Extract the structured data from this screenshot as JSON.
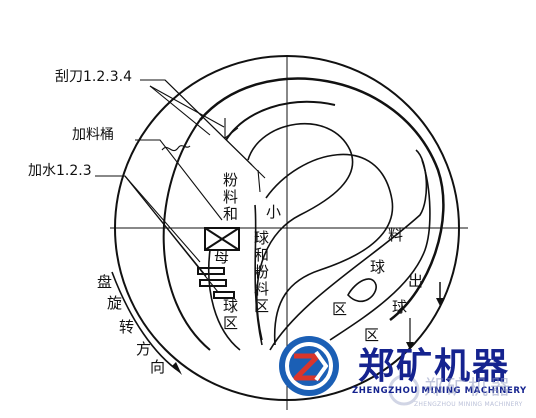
{
  "labels": {
    "scraper": "刮刀1.2.3.4",
    "feed_bucket": "加料桶",
    "water": "加水1.2.3"
  },
  "zones": {
    "powder_and_small_a": "粉料和",
    "small": "小",
    "ball_and_powder": "球和粉料区",
    "mother": "母",
    "ball_zone": "球区",
    "material": "料",
    "ball": "球",
    "out": "出",
    "zone": "区",
    "ball2": "球",
    "zone2": "区"
  },
  "rotation": {
    "text1": "盘",
    "text2": "旋",
    "text3": "转",
    "text4": "方",
    "text5": "向"
  },
  "brand": {
    "name": "郑矿机器",
    "subtitle": "ZHENGZHOU MINING MACHINERY",
    "watermark": "郑矿机器",
    "watermark_sub": "ZHENGZHOU MINING MACHINERY"
  },
  "colors": {
    "line": "#111111",
    "brand_blue": "#15238f",
    "logo_blue": "#1b5fb5",
    "logo_red": "#d9352b"
  }
}
